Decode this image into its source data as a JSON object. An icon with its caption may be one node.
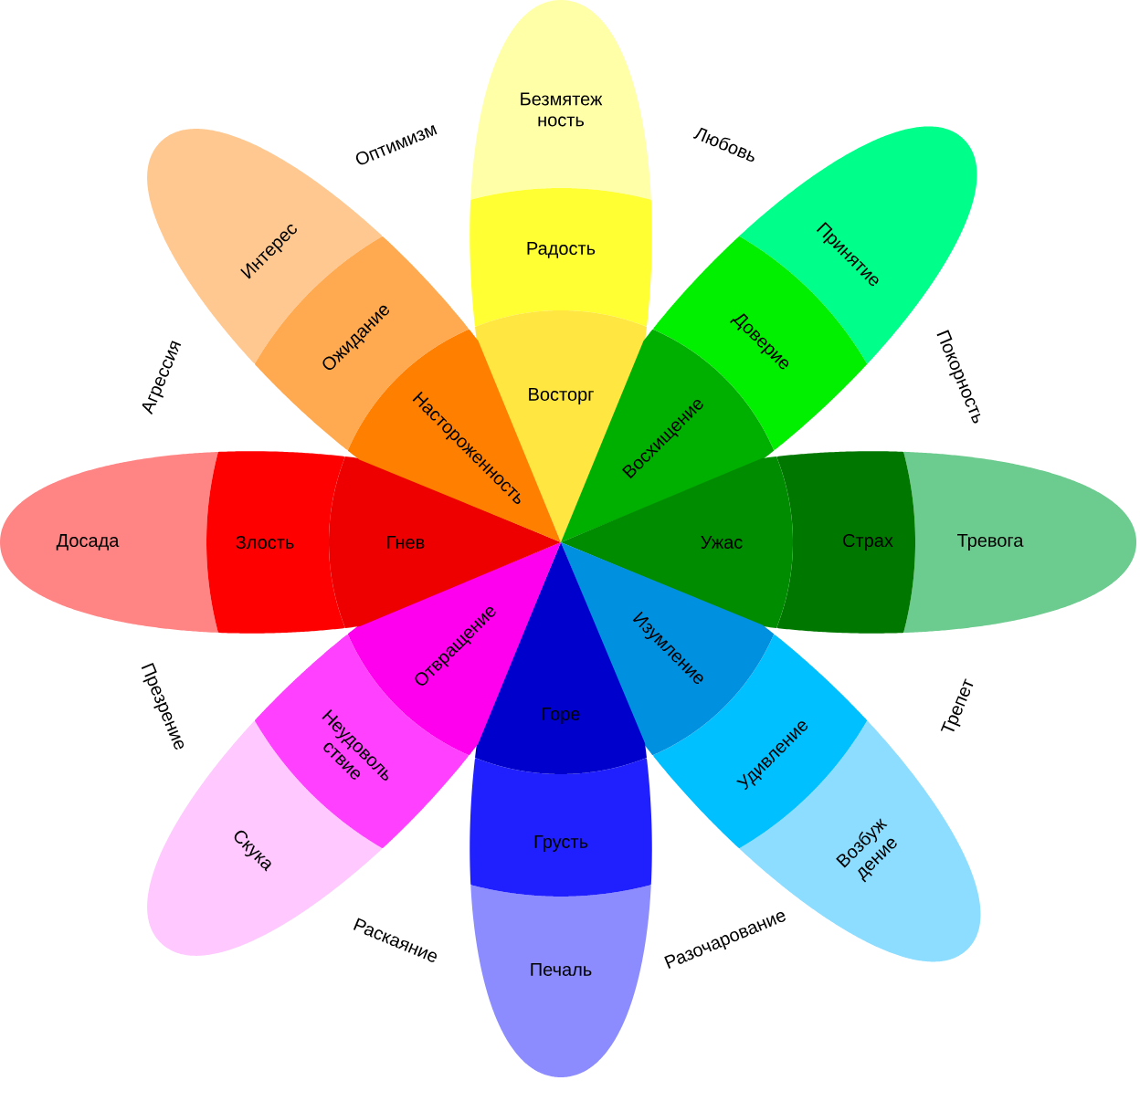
{
  "diagram": {
    "nodes": [
      {
        "text": [
          "Безмятеж ность"
        ]
      },
      {
        "text": [
          "Радость"
        ]
      },
      {
        "text": [
          "Восторг"
        ]
      },
      {
        "text": [
          "Принятие"
        ]
      },
      {
        "text": [
          "Доверие"
        ]
      },
      {
        "text": [
          "Восхищение"
        ]
      },
      {
        "text": [
          "Тревога"
        ]
      },
      {
        "text": [
          "Страх"
        ]
      },
      {
        "text": [
          "Ужас"
        ]
      },
      {
        "text": [
          "Возбуж дение"
        ]
      },
      {
        "text": [
          "Удивление"
        ]
      },
      {
        "text": [
          "Изумление"
        ]
      },
      {
        "text": [
          "Печаль"
        ]
      },
      {
        "text": [
          "Грусть"
        ]
      },
      {
        "text": [
          "Горе"
        ]
      },
      {
        "text": [
          "Скука"
        ]
      },
      {
        "text": [
          "Неудоволь ствие"
        ]
      },
      {
        "text": [
          "Отвращение"
        ]
      },
      {
        "text": [
          "Досада"
        ]
      },
      {
        "text": [
          "Злость"
        ]
      },
      {
        "text": [
          "Гнев"
        ]
      },
      {
        "text": [
          "Интерес"
        ]
      },
      {
        "text": [
          "Ожидание"
        ]
      },
      {
        "text": [
          "Настороженность"
        ]
      }
    ],
    "labels": [
      "Оптимизм",
      "Любовь",
      "Агрессия",
      "Покорность",
      "Презрение",
      "Трепет",
      "Раскаяние",
      "Разочарование"
    ]
  }
}
